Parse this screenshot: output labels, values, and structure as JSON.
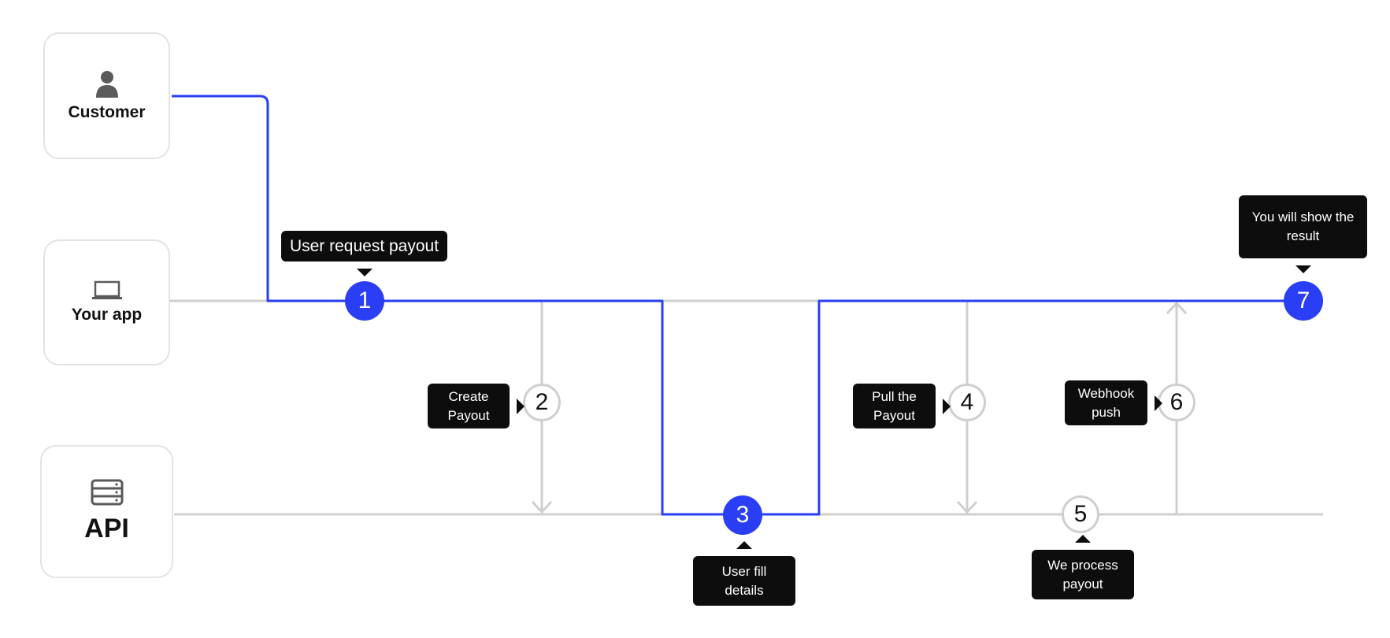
{
  "actors": {
    "customer": {
      "label": "Customer",
      "icon": "person-icon"
    },
    "app": {
      "label": "Your app",
      "icon": "laptop-icon"
    },
    "api": {
      "label": "API",
      "icon": "server-icon"
    }
  },
  "steps": [
    {
      "number": "1",
      "active": true
    },
    {
      "number": "2",
      "active": false
    },
    {
      "number": "3",
      "active": true
    },
    {
      "number": "4",
      "active": false
    },
    {
      "number": "5",
      "active": false
    },
    {
      "number": "6",
      "active": false
    },
    {
      "number": "7",
      "active": true
    }
  ],
  "tooltips": {
    "step1": "User request payout",
    "step2": "Create Payout",
    "step3": "User fill details",
    "step4": "Pull the Payout",
    "step5": "We process payout",
    "step6": "Webhook push",
    "step7": "You will show the result"
  },
  "colors": {
    "active": "#2a3ff5",
    "inactive_line": "#cfcfcf",
    "tooltip_bg": "#0d0d0d",
    "card_border": "#e3e3e3"
  }
}
